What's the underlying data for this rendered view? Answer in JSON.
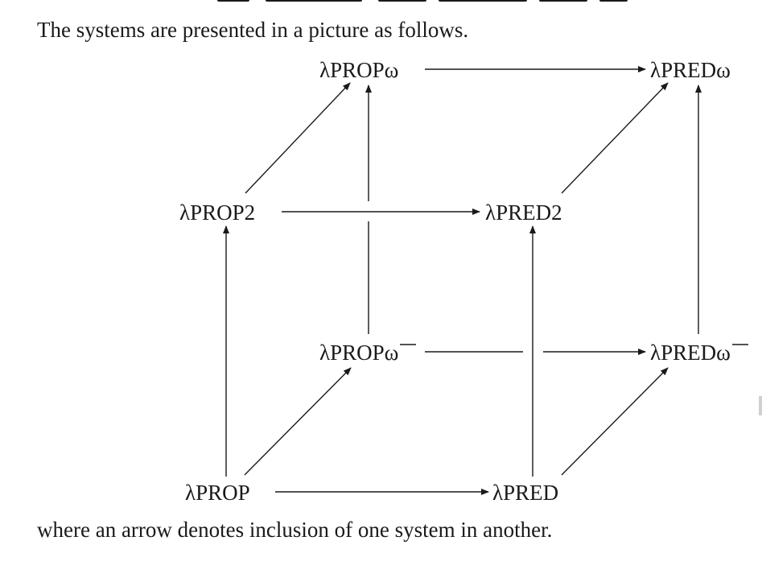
{
  "text": {
    "intro": "The systems are presented in a picture as follows.",
    "outro": "where an arrow denotes inclusion of one system in another."
  },
  "diagram": {
    "nodes": {
      "prop_omega": "λPROPω",
      "pred_omega": "λPREDω",
      "prop2": "λPROP2",
      "pred2": "λPRED2",
      "prop_omegabar": "λPROPω",
      "pred_omegabar": "λPREDω",
      "prop": "λPROP",
      "pred": "λPRED"
    }
  }
}
